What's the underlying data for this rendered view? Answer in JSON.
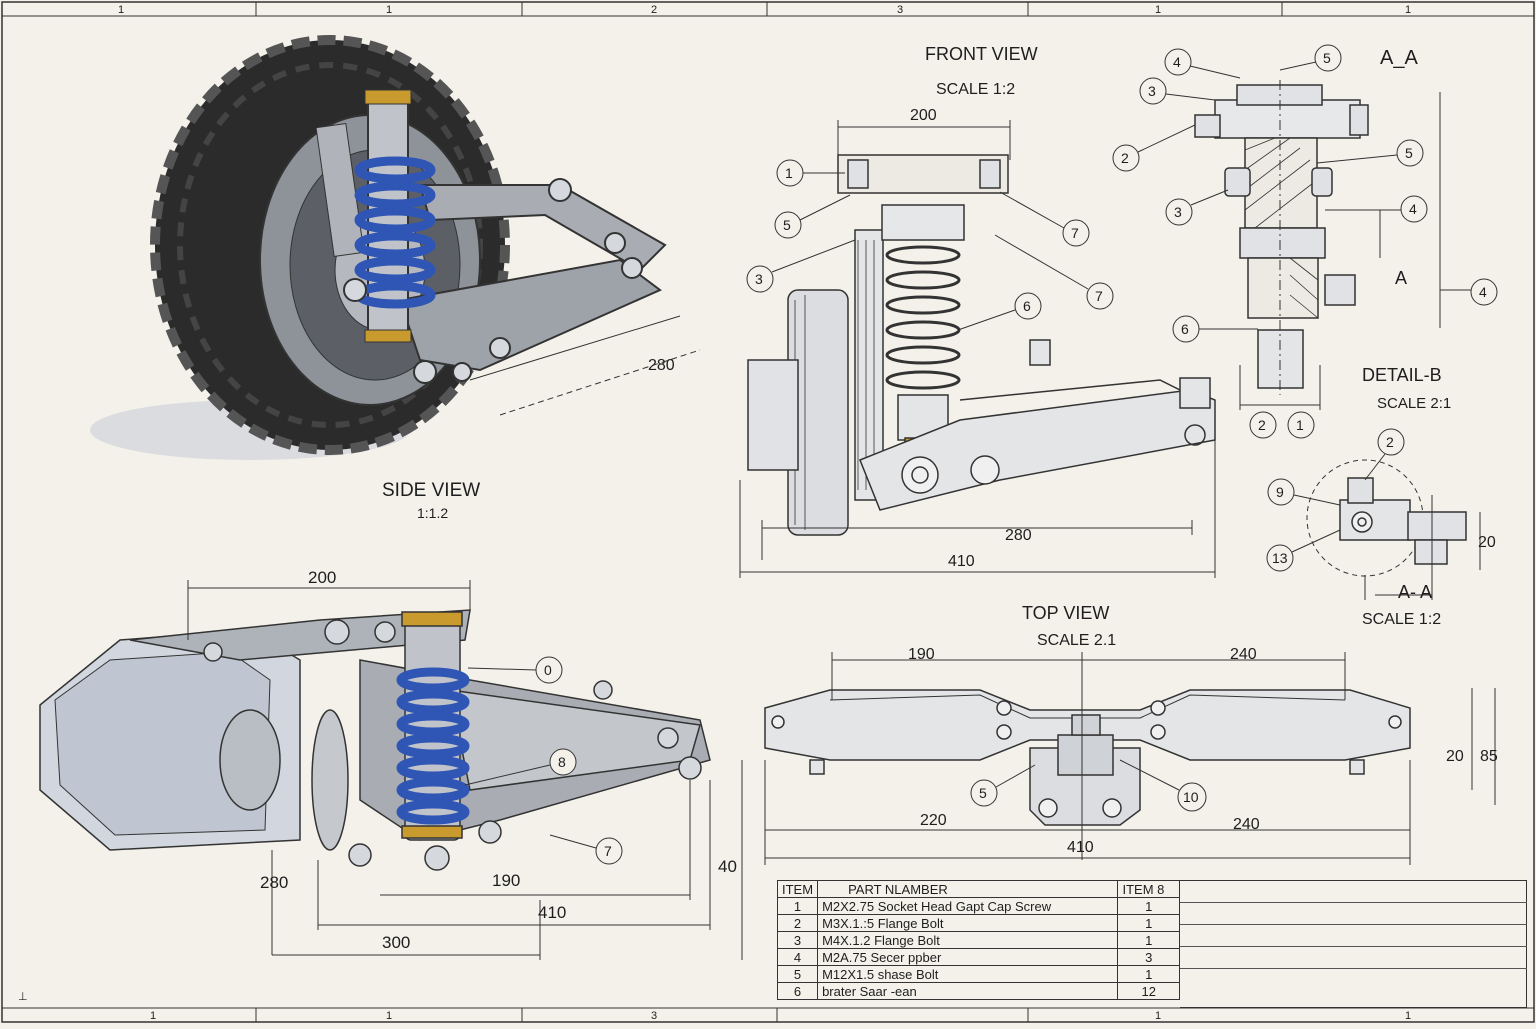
{
  "frame": {
    "zones_top": [
      "1",
      "1",
      "2",
      "3",
      "1",
      "1"
    ],
    "zones_bottom": [
      "1",
      "1",
      "3",
      "1",
      "1"
    ]
  },
  "side_view": {
    "title": "SIDE VIEW",
    "scale": "1:1.2",
    "dim_280": "280"
  },
  "front_view": {
    "title": "FRONT VIEW",
    "scale": "SCALE 1:2",
    "dims": {
      "top": "200",
      "inner": "280",
      "overall": "410"
    },
    "balloons": [
      "1",
      "5",
      "3",
      "7",
      "7",
      "6"
    ]
  },
  "section_aa": {
    "title": "A_A",
    "cut_label": "A",
    "balloons": [
      "4",
      "5",
      "3",
      "2",
      "5",
      "3",
      "4",
      "6",
      "4",
      "2",
      "1"
    ]
  },
  "detail_b": {
    "title": "DETAIL-B",
    "scale": "SCALE 2:1"
  },
  "section_aa2": {
    "title": "A- A",
    "scale": "SCALE 1:2",
    "dim": "20",
    "balloons": [
      "2",
      "9",
      "13"
    ]
  },
  "top_view": {
    "title": "TOP VIEW",
    "scale": "SCALE 2.1",
    "dims": {
      "left": "190",
      "right": "240",
      "low_left": "220",
      "low_right": "240",
      "overall": "410",
      "h1": "20",
      "h2": "85"
    },
    "balloons": [
      "5",
      "10"
    ]
  },
  "iso_view": {
    "dims": {
      "top": "200",
      "left": "280",
      "mid": "190",
      "long": "410",
      "bottom": "300",
      "right": "40"
    },
    "balloons": [
      "0",
      "8",
      "7"
    ]
  },
  "bom": {
    "headers": [
      "ITEM",
      "PART NLAMBER",
      "ITEM 8"
    ],
    "rows": [
      {
        "item": "1",
        "part": "M2X2.75 Socket Head Gapt Cap Screw",
        "qty": "1"
      },
      {
        "item": "2",
        "part": "M3X.1.:5 Flange Bolt",
        "qty": "1"
      },
      {
        "item": "3",
        "part": "M4X.1.2 Flange Bolt",
        "qty": "1"
      },
      {
        "item": "4",
        "part": "M2A.75 Secer ppber",
        "qty": "3"
      },
      {
        "item": "5",
        "part": "M12X1.5 shase Bolt",
        "qty": "1"
      },
      {
        "item": "6",
        "part": "brater Saar -ean",
        "qty": "12"
      }
    ]
  },
  "colors": {
    "paper": "#f3f1ea",
    "ink": "#1e1e1e",
    "spring": "#2f55b5",
    "metal": "#a9adb3",
    "tire": "#2b2b2b",
    "brass": "#c99a2e"
  }
}
